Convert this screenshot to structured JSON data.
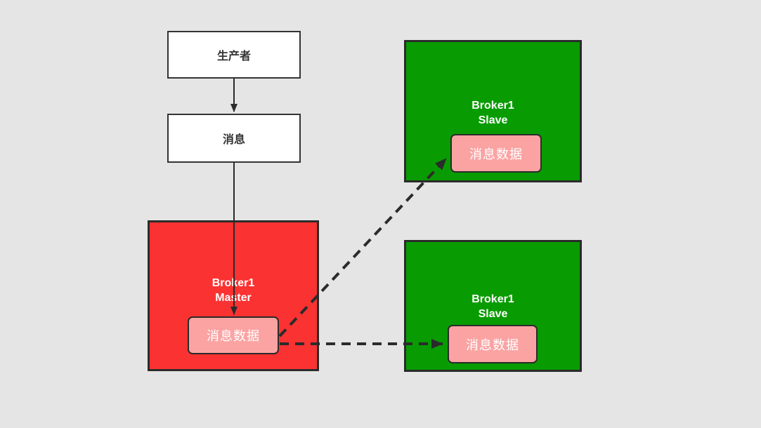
{
  "colors": {
    "background": "#e5e5e5",
    "master_fill": "#fb3232",
    "slave_fill": "#089c02",
    "data_box_fill": "#fba3a3",
    "plain_node_fill": "#ffffff",
    "border_dark": "#2b2b2b",
    "dark_text": "#333333",
    "light_text": "#ffffff"
  },
  "nodes": {
    "producer": {
      "label": "生产者"
    },
    "message": {
      "label": "消息"
    },
    "broker_master": {
      "title": "Broker1\nMaster",
      "data_label": "消息数据"
    },
    "broker_slave_top": {
      "title": "Broker1\nSlave",
      "data_label": "消息数据"
    },
    "broker_slave_bottom": {
      "title": "Broker1\nSlave",
      "data_label": "消息数据"
    }
  },
  "edges": [
    {
      "from": "producer",
      "to": "message",
      "style": "solid-arrow"
    },
    {
      "from": "message",
      "to": "broker_master.data",
      "style": "solid-arrow"
    },
    {
      "from": "broker_master.data",
      "to": "broker_slave_top.data",
      "style": "dashed-arrow"
    },
    {
      "from": "broker_master.data",
      "to": "broker_slave_bottom.data",
      "style": "dashed-arrow"
    }
  ]
}
